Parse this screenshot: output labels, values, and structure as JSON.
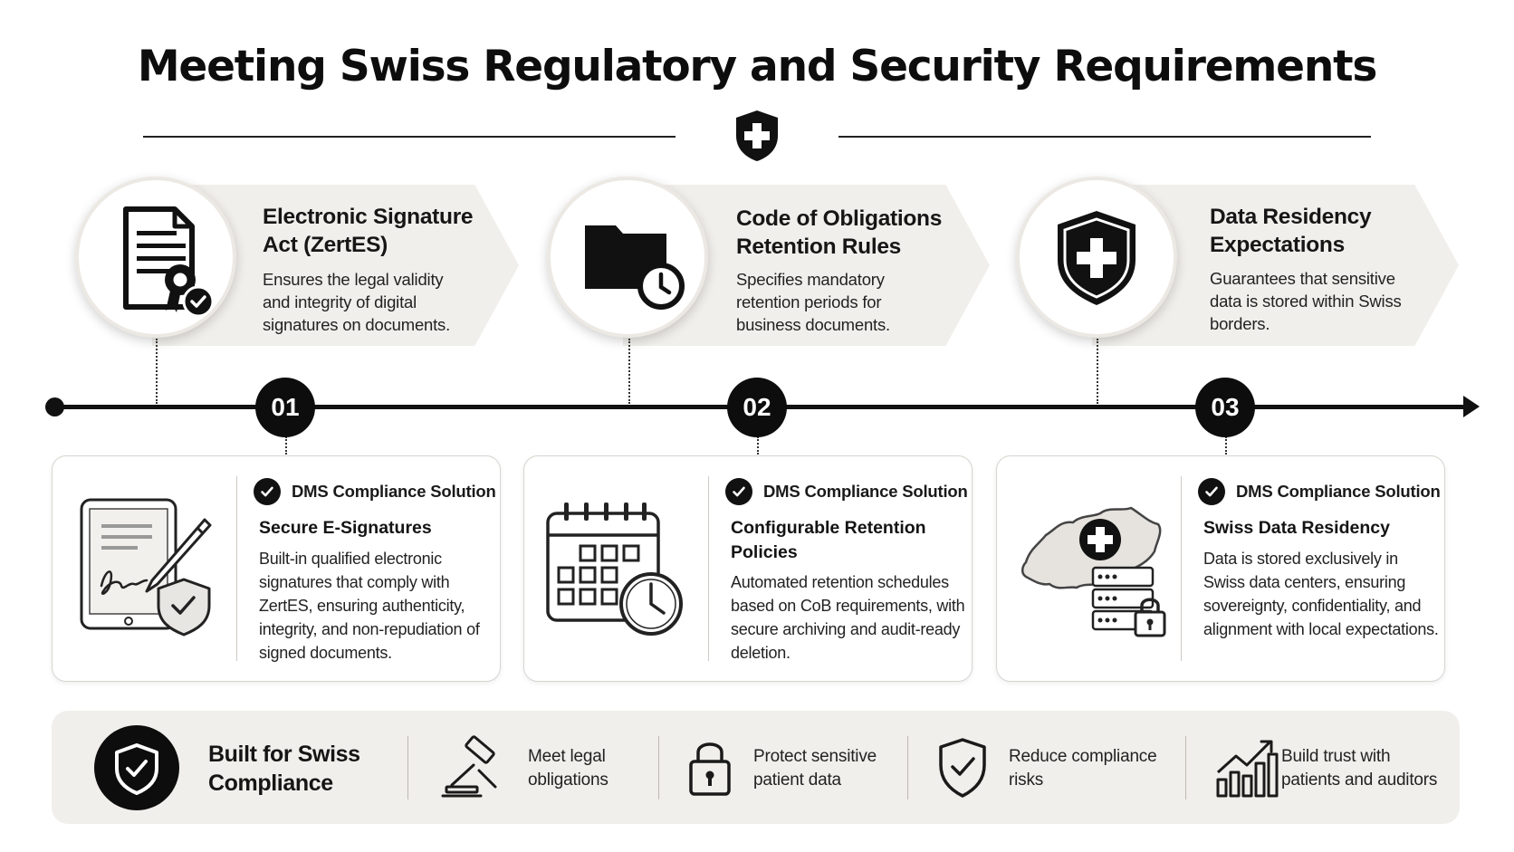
{
  "title": "Meeting Swiss Regulatory and Security Requirements",
  "requirements": [
    {
      "number": "01",
      "title": "Electronic Signature Act (ZertES)",
      "description": "Ensures the legal validity and integrity of digital signatures on documents.",
      "icon": "certificate-document-icon",
      "solution": {
        "badge": "DMS Compliance Solution",
        "title": "Secure E-Signatures",
        "description": "Built-in qualified electronic signatures that comply with ZertES, ensuring authenticity, integrity, and non-repudiation of signed documents.",
        "icon": "tablet-signature-icon"
      }
    },
    {
      "number": "02",
      "title": "Code of Obligations Retention Rules",
      "description": "Specifies mandatory retention periods for business documents.",
      "icon": "folder-clock-icon",
      "solution": {
        "badge": "DMS Compliance Solution",
        "title": "Configurable Retention Policies",
        "description": "Automated retention schedules based on CoB requirements, with secure archiving and audit-ready deletion.",
        "icon": "calendar-clock-icon"
      }
    },
    {
      "number": "03",
      "title": "Data Residency Expectations",
      "description": "Guarantees that sensitive data is stored within Swiss borders.",
      "icon": "shield-cross-icon",
      "solution": {
        "badge": "DMS Compliance Solution",
        "title": "Swiss Data Residency",
        "description": "Data is stored exclusively in Swiss data centers, ensuring sovereignty, confidentiality, and alignment with local expectations.",
        "icon": "swiss-map-server-icon"
      }
    }
  ],
  "bottom": {
    "title": "Built for Swiss Compliance",
    "items": [
      {
        "text": "Meet legal obligations",
        "icon": "gavel-icon"
      },
      {
        "text": "Protect sensitive patient data",
        "icon": "padlock-icon"
      },
      {
        "text": "Reduce compliance risks",
        "icon": "shield-check-icon"
      },
      {
        "text": "Build trust with patients and auditors",
        "icon": "growth-chart-icon"
      }
    ]
  },
  "colors": {
    "primary": "#0d0d0d",
    "panel": "#f1efeb",
    "card_border": "#d8d5d0"
  }
}
